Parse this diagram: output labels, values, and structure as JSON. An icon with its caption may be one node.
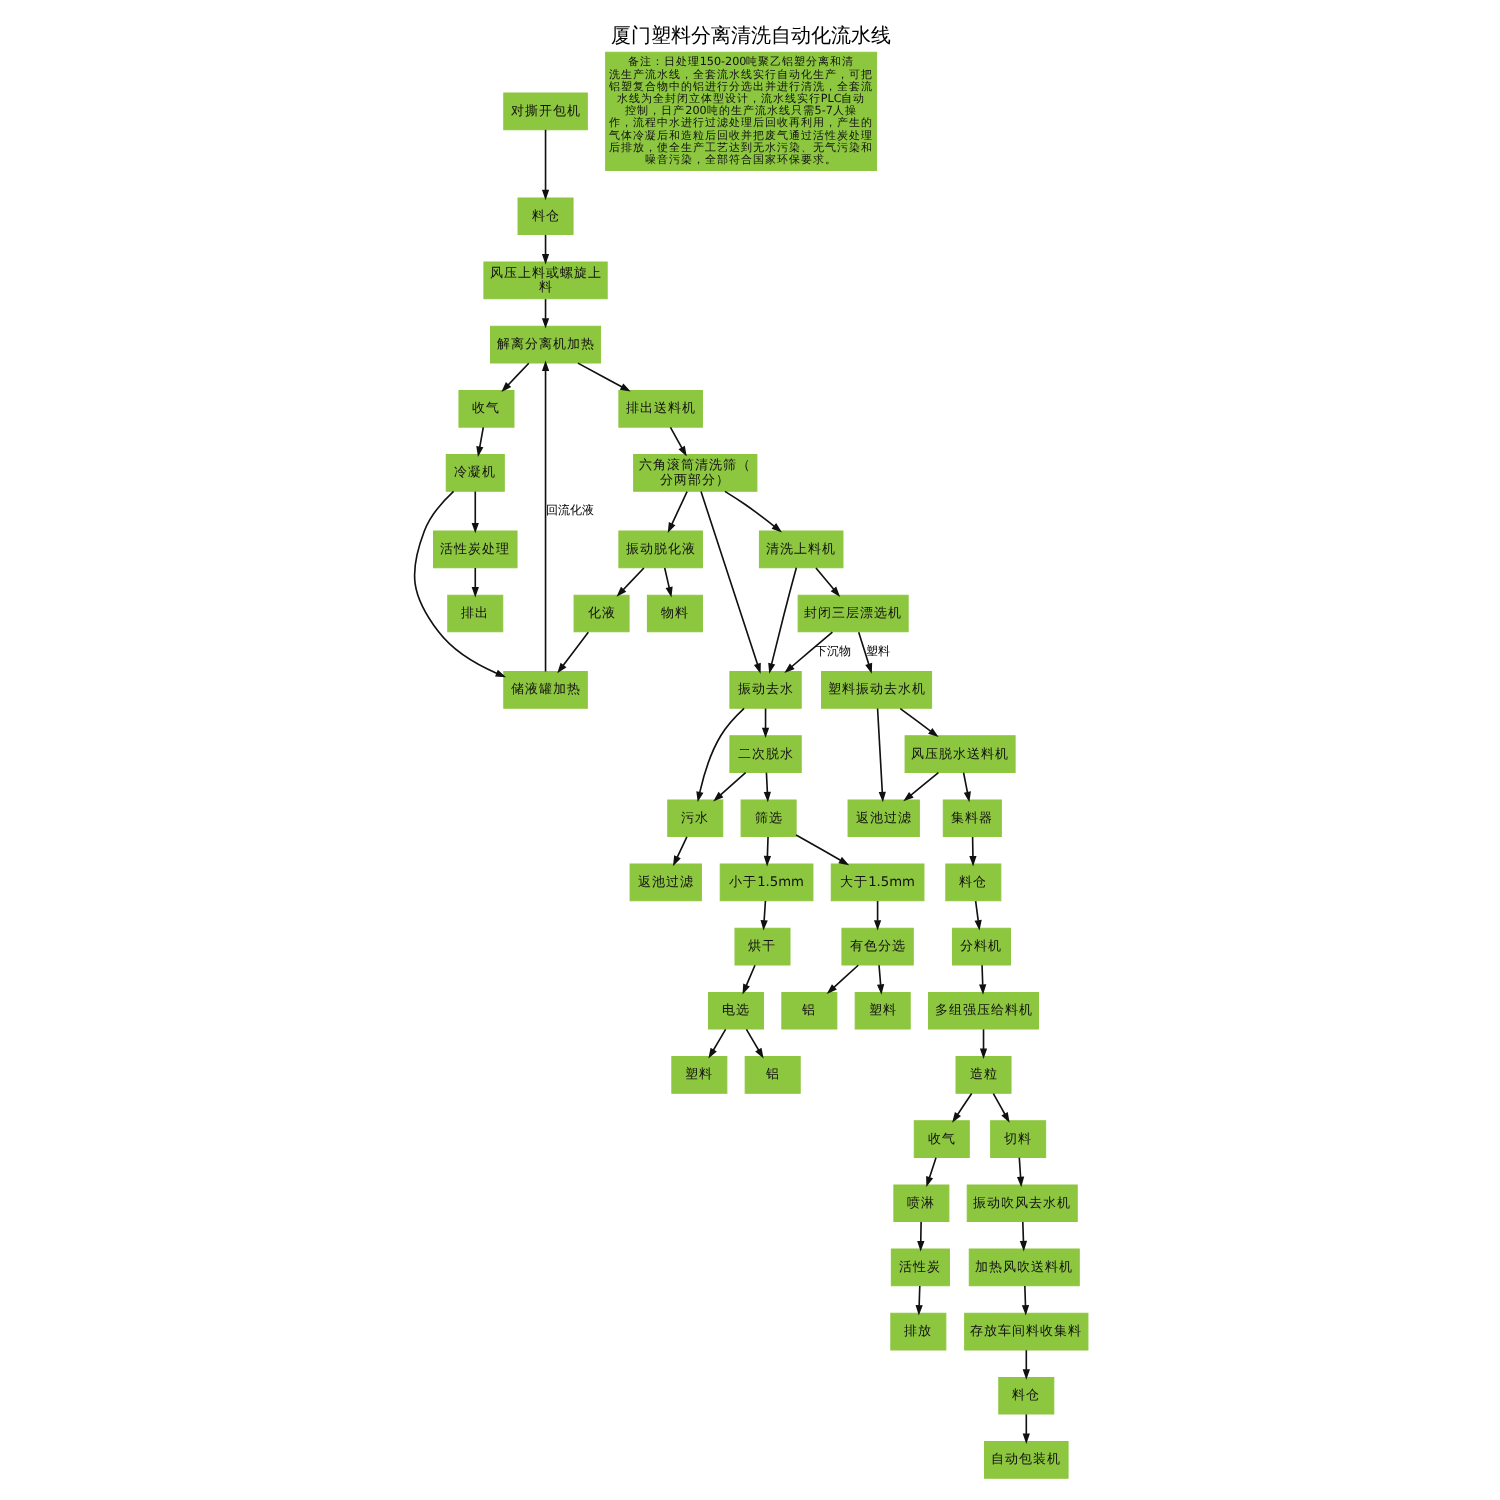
{
  "diagram": {
    "title": "厦门塑料分离清洗自动化流水线",
    "nodes": [
      {
        "text": [
          "对撕开包机"
        ]
      },
      {
        "text": [
          "料仓"
        ]
      },
      {
        "text": [
          "风压上料或螺旋上料"
        ]
      },
      {
        "text": [
          "收气"
        ]
      },
      {
        "text": [
          "冷凝机"
        ]
      },
      {
        "text": [
          "活性炭处理"
        ]
      },
      {
        "text": [
          "储液罐加热"
        ]
      },
      {
        "text": [
          "排出"
        ]
      },
      {
        "text": [
          "备注：日处理150-200吨聚乙铝塑分离和清洗生产流水线，全套流水线实行自动化生产，可把铝塑复合物中的铝进行分选出并进行清洗，全套流水线为全封闭立体型设计，流水线实行PLC自动控制，日产200吨的生产流水线只需5-7人操作，流程中水进行过滤处理后回收再利用，产生的气体冷凝后和造粒后回收并把废气通过活性炭处理后排放，使全生产工艺达到无水污染、无气污染和噪音污染，全部符合国家环保要求。"
        ]
      },
      {
        "text": [
          "解离分离机加热"
        ]
      },
      {
        "text": [
          "排出送料机"
        ]
      },
      {
        "text": [
          "六角滚筒清洗筛（分两部分）"
        ]
      },
      {
        "text": [
          "清洗上料机"
        ]
      },
      {
        "text": [
          "封闭三层漂选机"
        ]
      },
      {
        "text": [
          "物料"
        ]
      },
      {
        "text": [
          "振动脱化液"
        ]
      },
      {
        "text": [
          "化液"
        ]
      },
      {
        "text": [
          "返池过滤"
        ]
      },
      {
        "text": [
          "污水"
        ]
      },
      {
        "text": [
          "振动去水"
        ]
      },
      {
        "text": [
          "塑料振动去水机"
        ]
      },
      {
        "text": [
          "返池过滤"
        ]
      },
      {
        "text": [
          "风压脱水送料机"
        ]
      },
      {
        "text": [
          "铝"
        ]
      },
      {
        "text": [
          "塑料"
        ]
      },
      {
        "text": [
          "电选"
        ]
      },
      {
        "text": [
          "烘干"
        ]
      },
      {
        "text": [
          "小于1.5mm"
        ]
      },
      {
        "text": [
          "筛选"
        ]
      },
      {
        "text": [
          "二次脱水"
        ]
      },
      {
        "text": [
          "集料器"
        ]
      },
      {
        "text": [
          "铝"
        ]
      },
      {
        "text": [
          "有色分选"
        ]
      },
      {
        "text": [
          "大于1.5mm"
        ]
      },
      {
        "text": [
          "塑料"
        ]
      },
      {
        "text": [
          "料仓"
        ]
      },
      {
        "text": [
          "排放"
        ]
      },
      {
        "text": [
          "活性炭"
        ]
      },
      {
        "text": [
          "喷淋"
        ]
      },
      {
        "text": [
          "收气"
        ]
      },
      {
        "text": [
          "自动包装机"
        ]
      },
      {
        "text": [
          "料仓"
        ]
      },
      {
        "text": [
          "存放车间料收集料"
        ]
      },
      {
        "text": [
          "加热风吹送料机"
        ]
      },
      {
        "text": [
          "振动吹风去水机"
        ]
      },
      {
        "text": [
          "切料"
        ]
      },
      {
        "text": [
          "造粒"
        ]
      },
      {
        "text": [
          "多组强压给料机"
        ]
      },
      {
        "text": [
          "分料机"
        ]
      }
    ],
    "edges": [
      {
        "from": 0,
        "to": 1,
        "arrow": "to"
      },
      {
        "from": 1,
        "to": 2,
        "arrow": "to"
      },
      {
        "from": 2,
        "to": 9,
        "arrow": "to"
      },
      {
        "from": 9,
        "to": 3,
        "arrow": "to"
      },
      {
        "from": 3,
        "to": 4,
        "arrow": "to"
      },
      {
        "from": 4,
        "to": 5,
        "arrow": "to"
      },
      {
        "from": 4,
        "to": 6,
        "arrow": "to"
      },
      {
        "from": 5,
        "to": 7,
        "arrow": "to"
      },
      {
        "from": 6,
        "to": 9,
        "arrow": "to",
        "label": "回流化液"
      },
      {
        "from": 9,
        "to": 10,
        "arrow": "to"
      },
      {
        "from": 10,
        "to": 11,
        "arrow": "to"
      },
      {
        "from": 11,
        "to": 12,
        "arrow": "to"
      },
      {
        "from": 12,
        "to": 13,
        "arrow": "to"
      },
      {
        "from": 16,
        "to": 6,
        "arrow": "to"
      },
      {
        "from": 11,
        "to": 15,
        "arrow": "to"
      },
      {
        "from": 15,
        "to": 14,
        "arrow": "to"
      },
      {
        "from": 15,
        "to": 16,
        "arrow": "to"
      },
      {
        "from": 11,
        "to": 19,
        "arrow": "to"
      },
      {
        "from": 12,
        "to": 19,
        "arrow": "to"
      },
      {
        "from": 13,
        "to": 19,
        "arrow": "to",
        "label": "下沉物"
      },
      {
        "from": 13,
        "to": 20,
        "arrow": "to",
        "label": "塑料"
      },
      {
        "from": 19,
        "to": 18,
        "arrow": "to"
      },
      {
        "from": 18,
        "to": 17,
        "arrow": "to"
      },
      {
        "from": 19,
        "to": 29,
        "arrow": "to"
      },
      {
        "from": 29,
        "to": 18,
        "arrow": "to"
      },
      {
        "from": 20,
        "to": 21,
        "arrow": "to"
      },
      {
        "from": 20,
        "to": 22,
        "arrow": "to"
      },
      {
        "from": 22,
        "to": 21,
        "arrow": "to"
      },
      {
        "from": 22,
        "to": 30,
        "arrow": "to"
      },
      {
        "from": 29,
        "to": 28,
        "arrow": "to"
      },
      {
        "from": 28,
        "to": 27,
        "arrow": "to"
      },
      {
        "from": 28,
        "to": 33,
        "arrow": "to"
      },
      {
        "from": 27,
        "to": 26,
        "arrow": "to"
      },
      {
        "from": 26,
        "to": 25,
        "arrow": "to"
      },
      {
        "from": 25,
        "to": 23,
        "arrow": "to"
      },
      {
        "from": 25,
        "to": 24,
        "arrow": "to"
      },
      {
        "from": 33,
        "to": 32,
        "arrow": "to"
      },
      {
        "from": 32,
        "to": 31,
        "arrow": "to"
      },
      {
        "from": 32,
        "to": 34,
        "arrow": "to"
      },
      {
        "from": 30,
        "to": 35,
        "arrow": "to"
      },
      {
        "from": 35,
        "to": 48,
        "arrow": "to"
      },
      {
        "from": 48,
        "to": 47,
        "arrow": "to"
      },
      {
        "from": 47,
        "to": 46,
        "arrow": "to"
      },
      {
        "from": 46,
        "to": 45,
        "arrow": "to"
      },
      {
        "from": 46,
        "to": 39,
        "arrow": "to"
      },
      {
        "from": 39,
        "to": 38,
        "arrow": "to"
      },
      {
        "from": 38,
        "to": 37,
        "arrow": "to"
      },
      {
        "from": 37,
        "to": 36,
        "arrow": "to"
      },
      {
        "from": 45,
        "to": 44,
        "arrow": "to"
      },
      {
        "from": 44,
        "to": 43,
        "arrow": "to"
      },
      {
        "from": 43,
        "to": 42,
        "arrow": "to"
      },
      {
        "from": 42,
        "to": 41,
        "arrow": "to"
      },
      {
        "from": 41,
        "to": 40,
        "arrow": "to"
      }
    ]
  }
}
